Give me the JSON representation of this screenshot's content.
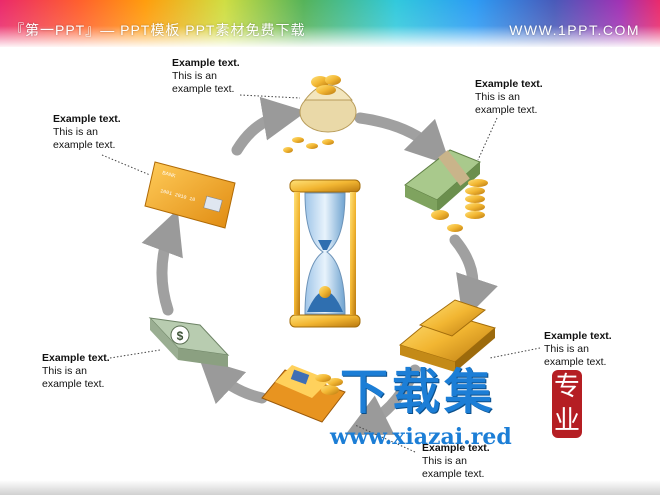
{
  "header": {
    "title": "『第一PPT』— PPT模板 PPT素材免费下载",
    "url": "WWW.1PPT.COM"
  },
  "callouts": [
    {
      "id": "top",
      "title": "Example text.",
      "line1": "This is an",
      "line2": "example text."
    },
    {
      "id": "top-right",
      "title": "Example text.",
      "line1": "This is an",
      "line2": "example text."
    },
    {
      "id": "right",
      "title": "Example text.",
      "line1": "This is an",
      "line2": "example text."
    },
    {
      "id": "bottom",
      "title": "Example text.",
      "line1": "This is an",
      "line2": "example text."
    },
    {
      "id": "left",
      "title": "Example text.",
      "line1": "This is an",
      "line2": "example text."
    },
    {
      "id": "top-left",
      "title": "Example text.",
      "line1": "This is an",
      "line2": "example text."
    }
  ],
  "card": {
    "bank_label": "BANK",
    "number": "1001 2010 10"
  },
  "watermark": {
    "text": "下载集",
    "url": "www.xiazai.red",
    "seal": "专业"
  },
  "colors": {
    "arrow": "#999999",
    "gold": "#f2b632",
    "money": "#8fb36b",
    "card": "#f5a623",
    "watermark": "#1c7ed6",
    "seal": "#b51e23"
  }
}
